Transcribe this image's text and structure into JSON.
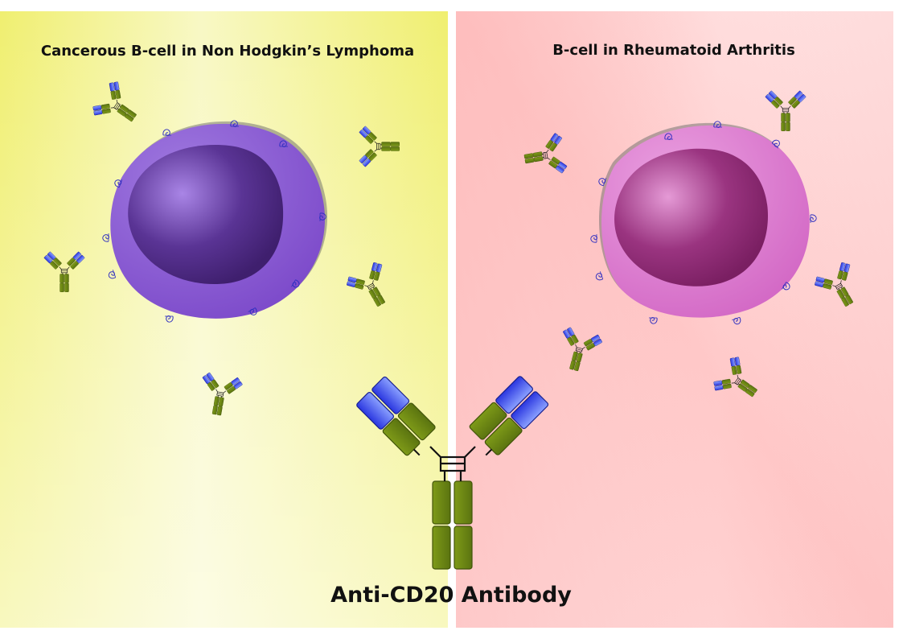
{
  "left_panel": {
    "title": "Cancerous B-cell in Non Hodgkin’s Lymphoma",
    "colors": {
      "bg_edge": "#f0ef70",
      "bg_light": "#fbfbe0",
      "membrane": "#7b48c9",
      "membrane_light": "#a07ae0",
      "nucleus": "#3f1f6e",
      "nucleus_light": "#a985e6"
    }
  },
  "right_panel": {
    "title": "B-cell in Rheumatoid Arthritis",
    "colors": {
      "bg_edge": "#fdb3b3",
      "bg_light": "#fff0f0",
      "membrane": "#d266c4",
      "membrane_light": "#eaa0e0",
      "nucleus": "#7a1f62",
      "nucleus_light": "#e59ad6"
    }
  },
  "antibody": {
    "label": "Anti-CD20 Antibody",
    "colors": {
      "heavy_chain": "#6a8510",
      "heavy_chain_dark": "#42550a",
      "variable_region": "#2a36e0",
      "variable_region_light": "#8aa0ff"
    }
  },
  "receptor_color": "#3030c0"
}
